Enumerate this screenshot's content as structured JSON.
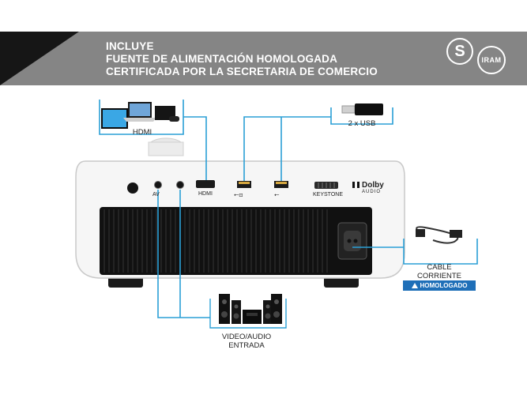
{
  "banner": {
    "lines": [
      "INCLUYE",
      "FUENTE DE ALIMENTACIÓN HOMOLOGADA",
      "CERTIFICADA POR LA SECRETARIA DE COMERCIO"
    ],
    "seal_s": "S",
    "seal_iram": "IRAM"
  },
  "labels": {
    "hdmi": "HDMI",
    "usb": "2 x USB",
    "video_audio_line1": "VIDEO/AUDIO",
    "video_audio_line2": "ENTRADA",
    "cable_line1": "CABLE",
    "cable_line2": "CORRIENTE",
    "badge": "HOMOLOGADO"
  },
  "ports": {
    "hdmi": "HDMI",
    "keystone": "KEYSTONE",
    "dolby": "Dolby",
    "dolby_sub": "AUDIO",
    "av": "AV"
  },
  "colors": {
    "banner": "#858585",
    "corner": "#161616",
    "callout_line": "#2a9fd6",
    "badge": "#1f6fb8"
  }
}
